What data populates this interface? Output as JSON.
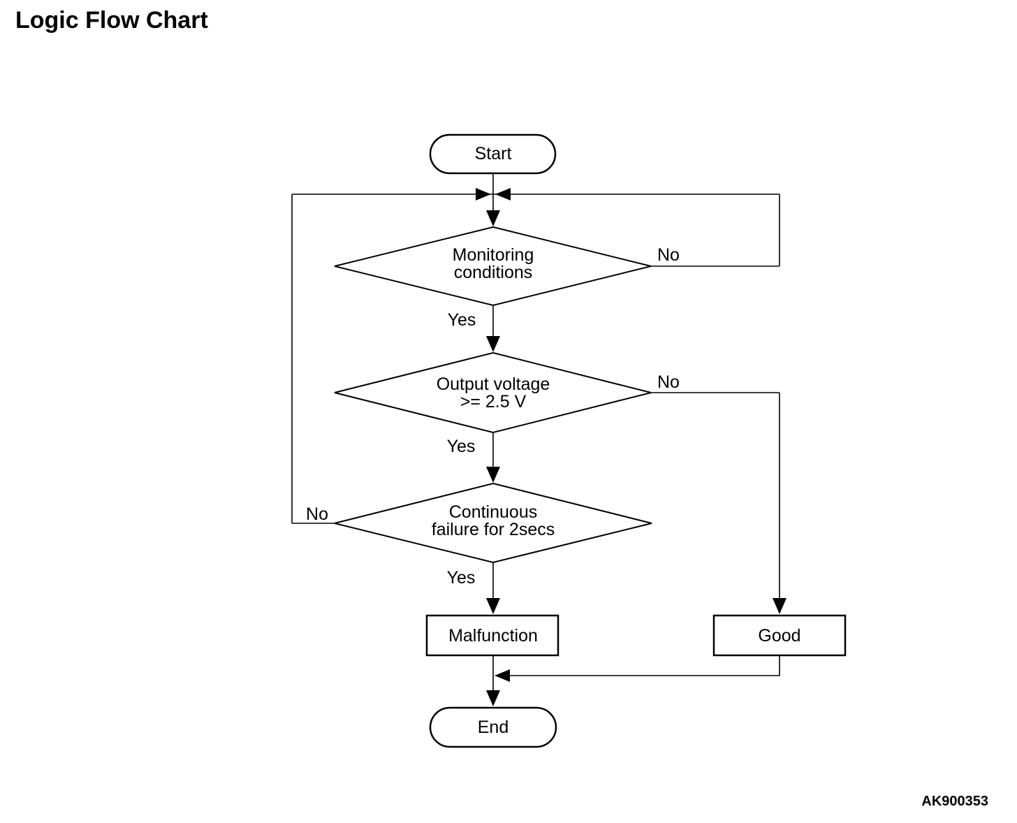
{
  "page": {
    "title": "Logic Flow Chart",
    "figure_id": "AK900353"
  },
  "flowchart": {
    "start": {
      "label": "Start"
    },
    "decisions": [
      {
        "line1": "Monitoring",
        "line2": "conditions",
        "yes_label": "Yes",
        "no_label": "No"
      },
      {
        "line1": "Output voltage",
        "line2": ">= 2.5 V",
        "yes_label": "Yes",
        "no_label": "No"
      },
      {
        "line1": "Continuous",
        "line2": "failure for 2secs",
        "yes_label": "Yes",
        "no_label": "No"
      }
    ],
    "outcomes": {
      "malfunction": "Malfunction",
      "good": "Good"
    },
    "end": {
      "label": "End"
    },
    "colors": {
      "line": "#000000",
      "text": "#000000",
      "background": "#ffffff"
    }
  }
}
